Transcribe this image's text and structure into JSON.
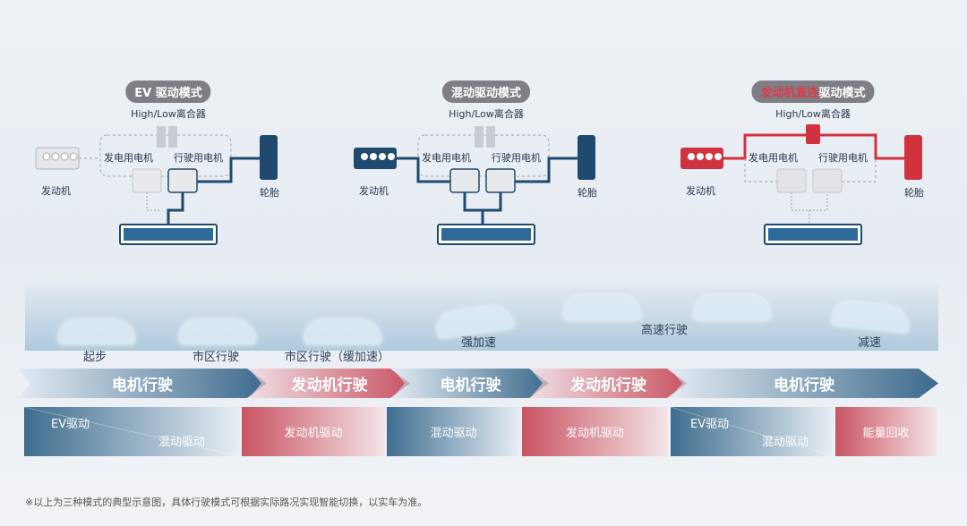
{
  "panels": [
    {
      "title": "EV 驱动模式",
      "clutch": "High/Low离合器",
      "gen_motor": "发电用电机",
      "drive_motor": "行驶用电机",
      "engine": "发动机",
      "tire": "轮胎"
    },
    {
      "title": "混动驱动模式",
      "clutch": "High/Low离合器",
      "gen_motor": "发电用电机",
      "drive_motor": "行驶用电机",
      "engine": "发动机",
      "tire": "轮胎"
    },
    {
      "title_red": "发动机直连",
      "title_rest": "驱动模式",
      "clutch": "High/Low离合器",
      "gen_motor": "发电用电机",
      "drive_motor": "行驶用电机",
      "engine": "发动机",
      "tire": "轮胎"
    }
  ],
  "scenes": [
    "起步",
    "市区行驶",
    "市区行驶（缓加速）",
    "强加速",
    "高速行驶",
    "减速"
  ],
  "arrows": [
    "电机行驶",
    "发动机行驶",
    "电机行驶",
    "发动机行驶",
    "电机行驶"
  ],
  "modes": [
    "EV驱动",
    "混动驱动",
    "发动机驱动",
    "混动驱动",
    "发动机驱动",
    "EV驱动",
    "混动驱动",
    "能量回收"
  ],
  "footnote": "※以上为三种模式的典型示意图，具体行驶模式可根据实际路况实现智能切换，以实车为准。",
  "colors": {
    "blue": "#1f4a6e",
    "red": "#d0333f",
    "gray": "#9aa0a8"
  }
}
